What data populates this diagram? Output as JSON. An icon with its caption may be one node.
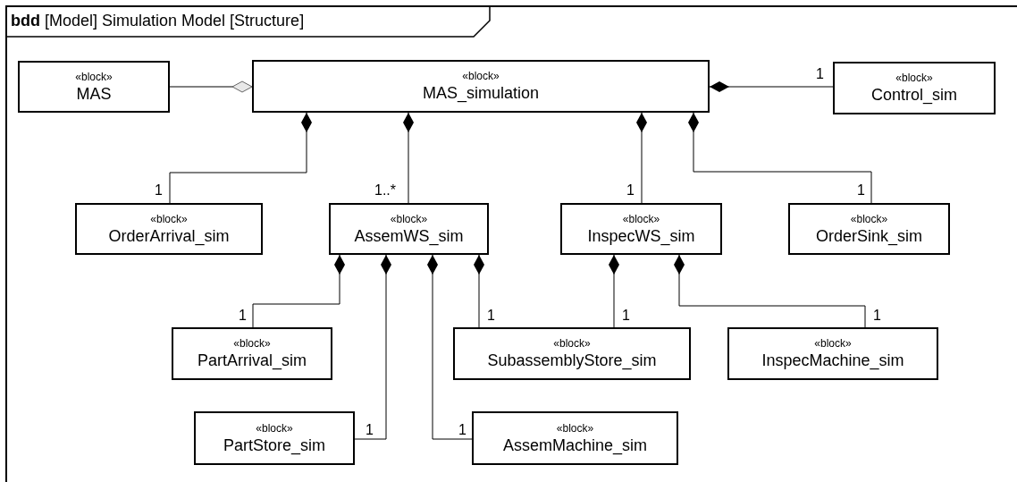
{
  "diagram": {
    "title": "**bdd** [Model] Simulation Model [Structure]",
    "nodes": [
      {
        "text": [
          "«block»",
          "MAS"
        ]
      },
      {
        "text": [
          "«block»",
          "MAS_simulation"
        ]
      },
      {
        "text": [
          "«block»",
          "Control_sim"
        ]
      },
      {
        "text": [
          "«block»",
          "OrderArrival_sim"
        ]
      },
      {
        "text": [
          "«block»",
          "AssemWS_sim"
        ]
      },
      {
        "text": [
          "«block»",
          "InspecWS_sim"
        ]
      },
      {
        "text": [
          "«block»",
          "OrderSink_sim"
        ]
      },
      {
        "text": [
          "«block»",
          "PartArrival_sim"
        ]
      },
      {
        "text": [
          "«block»",
          "SubassemblyStore_sim"
        ]
      },
      {
        "text": [
          "«block»",
          "InspecMachine_sim"
        ]
      },
      {
        "text": [
          "«block»",
          "PartStore_sim"
        ]
      },
      {
        "text": [
          "«block»",
          "AssemMachine_sim"
        ]
      }
    ],
    "edges": [
      {
        "from": 1,
        "to": 0,
        "arrow": "other"
      },
      {
        "from": 1,
        "to": 2,
        "arrow": "other",
        "label": "1"
      },
      {
        "from": 1,
        "to": 3,
        "arrow": "other",
        "label": "1"
      },
      {
        "from": 1,
        "to": 4,
        "arrow": "other",
        "label": "1..*"
      },
      {
        "from": 1,
        "to": 5,
        "arrow": "other",
        "label": "1"
      },
      {
        "from": 1,
        "to": 6,
        "arrow": "other",
        "label": "1"
      },
      {
        "from": 4,
        "to": 7,
        "arrow": "other",
        "label": "1"
      },
      {
        "from": 4,
        "to": 10,
        "arrow": "other",
        "label": "1"
      },
      {
        "from": 4,
        "to": 11,
        "arrow": "other",
        "label": "1"
      },
      {
        "from": 4,
        "to": 8,
        "arrow": "other",
        "label": "1"
      },
      {
        "from": 5,
        "to": 8,
        "arrow": "other",
        "label": "1"
      },
      {
        "from": 5,
        "to": 9,
        "arrow": "other",
        "label": "1"
      }
    ]
  }
}
